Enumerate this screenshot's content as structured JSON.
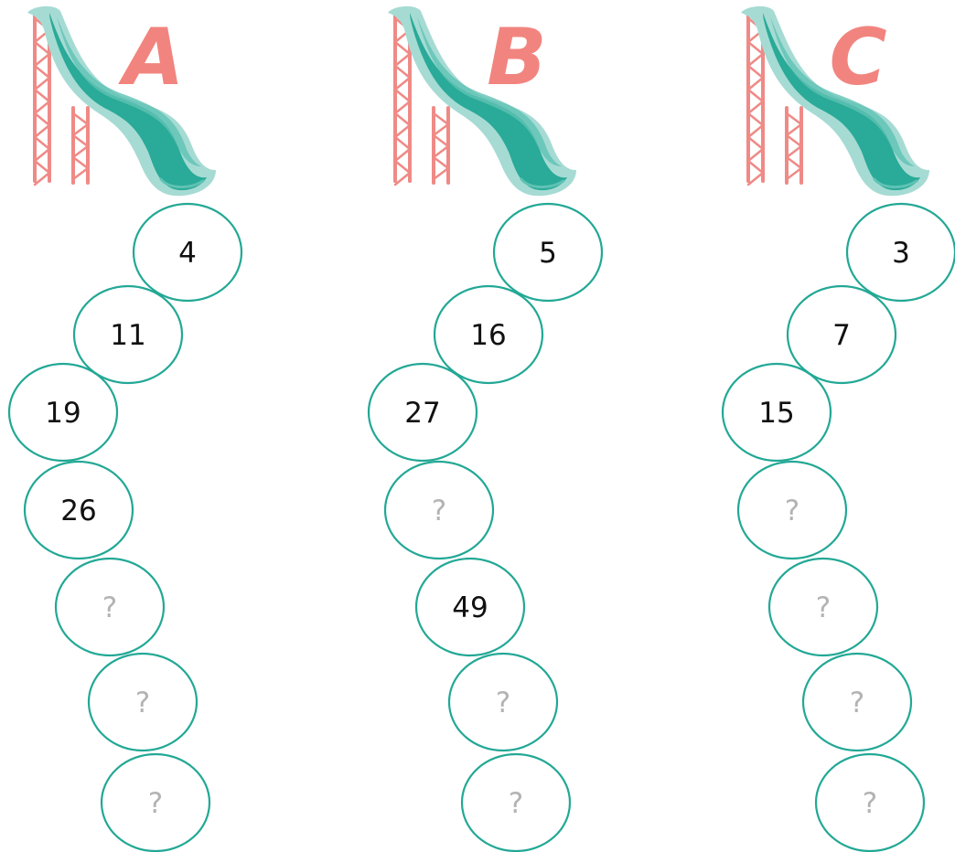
{
  "palette": {
    "teal_light": "#a6dbd4",
    "teal_mid": "#5fc2b4",
    "teal_dark": "#2aaa98",
    "circle_stroke": "#22a895",
    "tower": "#ef8a86",
    "letter": "#f2847f",
    "number_text": "#111111",
    "placeholder_text": "#b3b3b3"
  },
  "slides": [
    {
      "letter": "A",
      "items": [
        "4",
        "11",
        "19",
        "26",
        "?",
        "?",
        "?"
      ]
    },
    {
      "letter": "B",
      "items": [
        "5",
        "16",
        "27",
        "?",
        "49",
        "?",
        "?"
      ]
    },
    {
      "letter": "C",
      "items": [
        "3",
        "7",
        "15",
        "?",
        "?",
        "?",
        "?"
      ]
    }
  ]
}
